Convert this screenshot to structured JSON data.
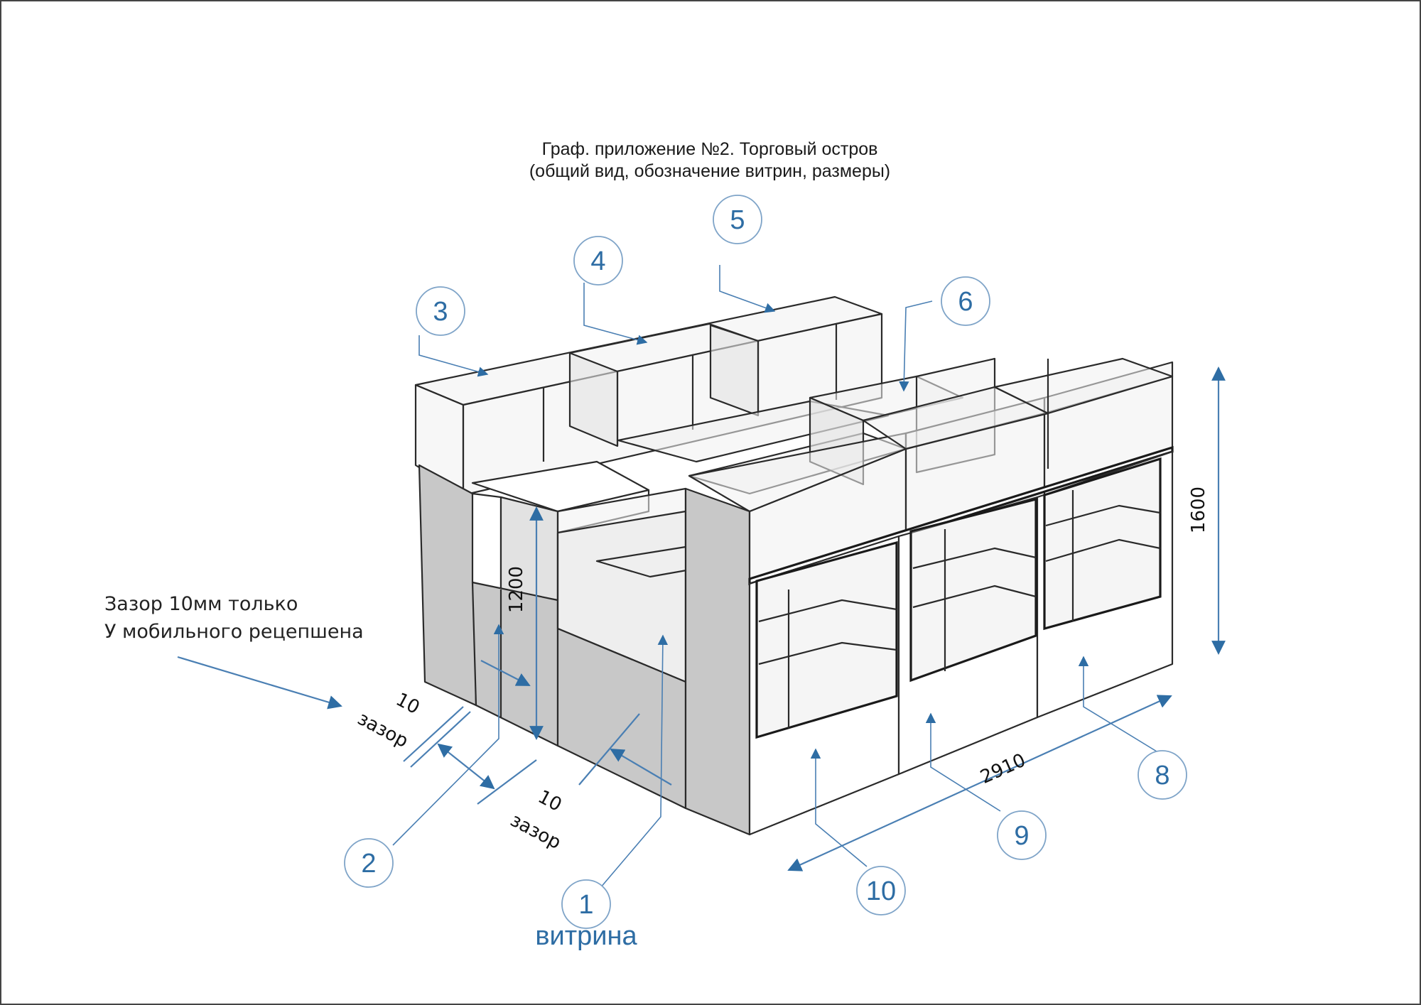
{
  "title": {
    "line1": "Граф. приложение №2. Торговый остров",
    "line2": "(общий вид, обозначение витрин, размеры)"
  },
  "callouts": [
    "1",
    "2",
    "3",
    "4",
    "5",
    "6",
    "8",
    "9",
    "10"
  ],
  "vitrina_label": "витрина",
  "dimensions": {
    "height_total": "1600",
    "height_counter": "1200",
    "length": "2910",
    "gap_value": "10",
    "gap_word": "зазор"
  },
  "note": {
    "line1": "Зазор 10мм только",
    "line2": "У мобильного рецепшена"
  },
  "colors": {
    "accent_blue": "#2e6da4",
    "panel_grey": "#c8c8c8",
    "outline": "#2a2a2a"
  }
}
